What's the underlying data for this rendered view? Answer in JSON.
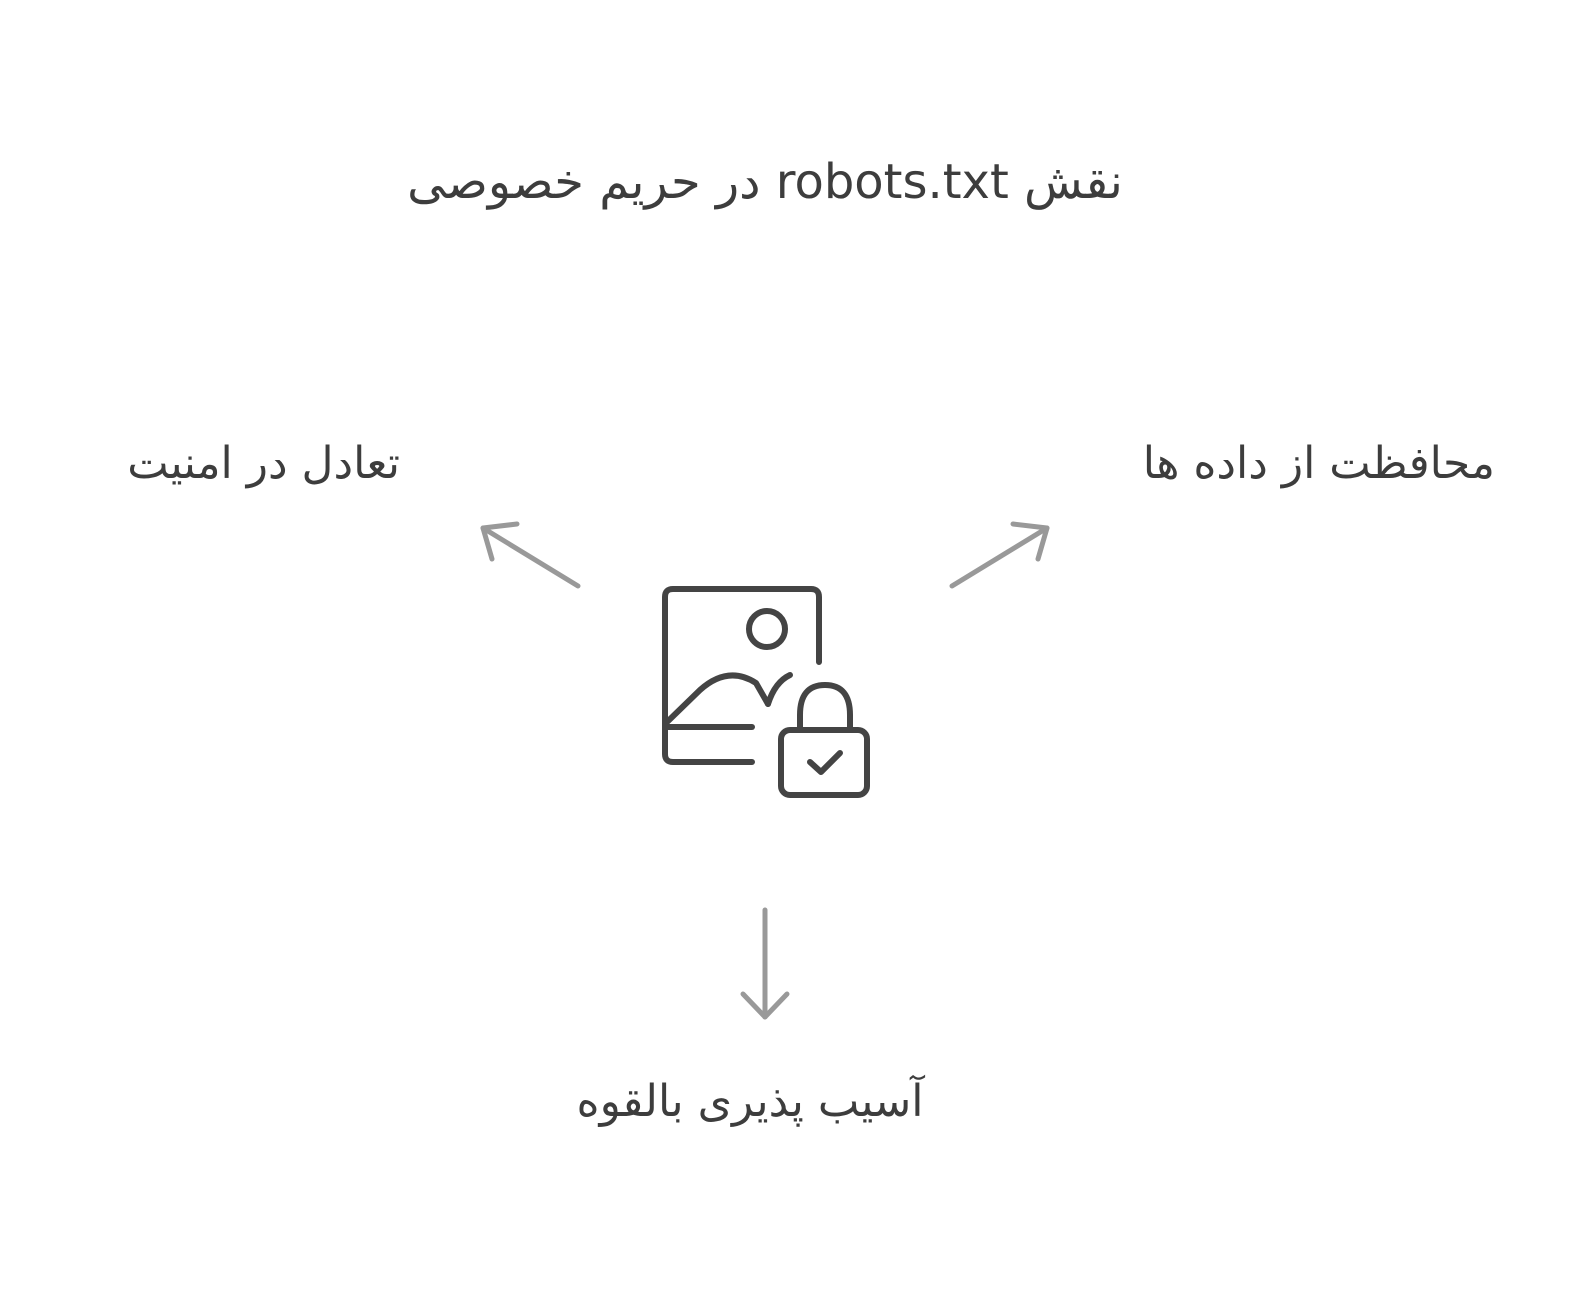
{
  "diagram": {
    "title": "نقش robots.txt در حریم خصوصی",
    "center_icon": "image-lock-icon",
    "branches": [
      {
        "id": "right",
        "label": "محافظت از داده ها"
      },
      {
        "id": "left",
        "label": "تعادل در امنیت"
      },
      {
        "id": "bottom",
        "label": "آسیب پذیری بالقوه"
      }
    ]
  },
  "colors": {
    "text": "#3d3d3d",
    "icon_stroke": "#444444",
    "arrow": "#999999",
    "background": "#ffffff"
  }
}
